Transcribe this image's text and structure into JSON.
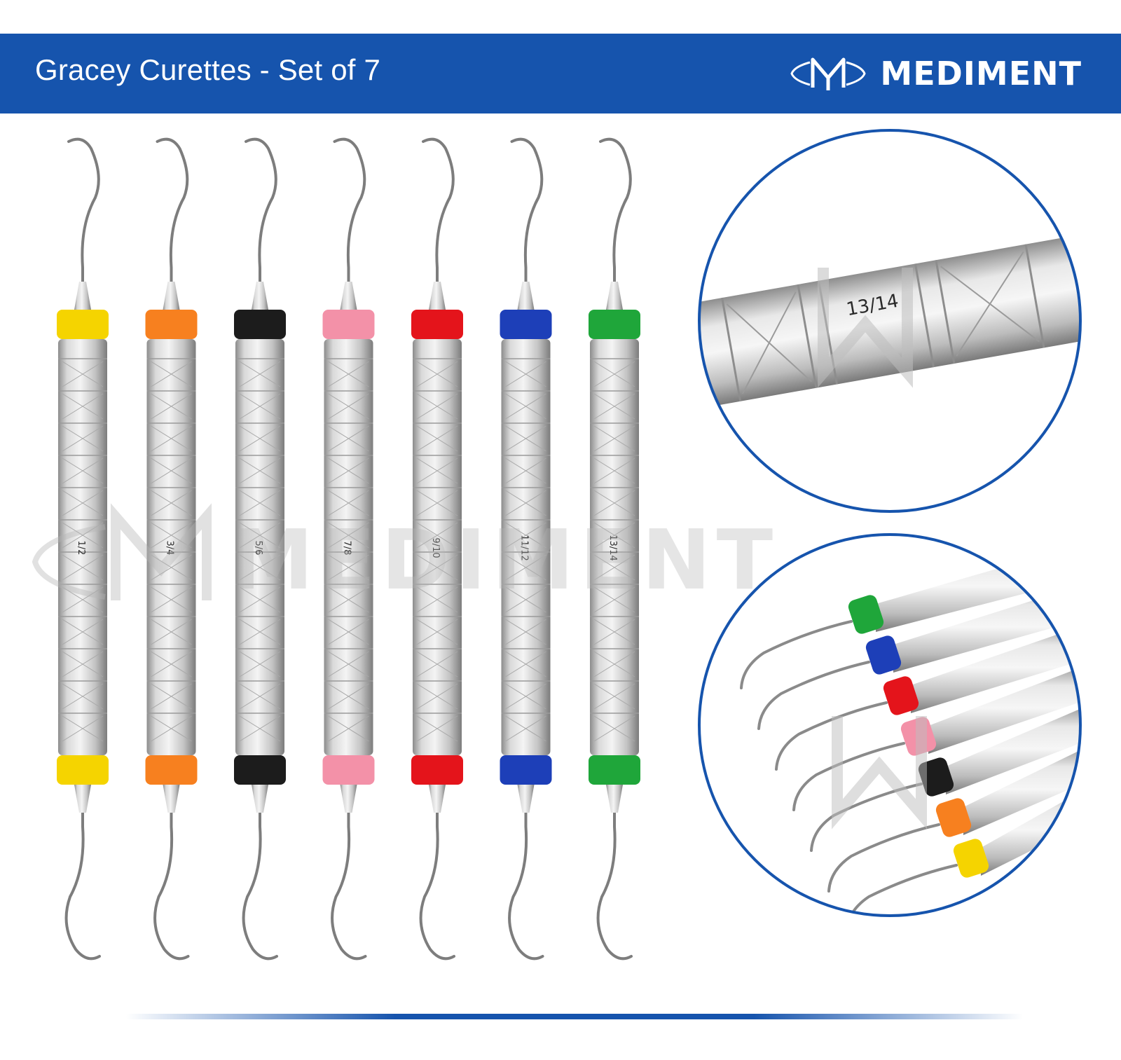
{
  "header": {
    "title": "Gracey Curettes - Set of 7",
    "brand_name": "MEDIMENT",
    "background_color": "#1654ad"
  },
  "watermark": {
    "text": "MEDIMENT",
    "icon": "mediment-logo-icon"
  },
  "instruments": [
    {
      "label": "1/2",
      "color": "#f5d400"
    },
    {
      "label": "3/4",
      "color": "#f7801f"
    },
    {
      "label": "5/6",
      "color": "#1c1c1c"
    },
    {
      "label": "7/8",
      "color": "#f391a8"
    },
    {
      "label": "9/10",
      "color": "#e4141b"
    },
    {
      "label": "11/12",
      "color": "#1d3fb8"
    },
    {
      "label": "13/14",
      "color": "#1fa63a"
    }
  ],
  "zoom_handle": {
    "label": "13/14"
  },
  "zoom_tips": {
    "colors": [
      "#1fa63a",
      "#1d3fb8",
      "#e4141b",
      "#f391a8",
      "#1c1c1c",
      "#f7801f",
      "#f5d400"
    ]
  },
  "accent_color": "#1654ad"
}
